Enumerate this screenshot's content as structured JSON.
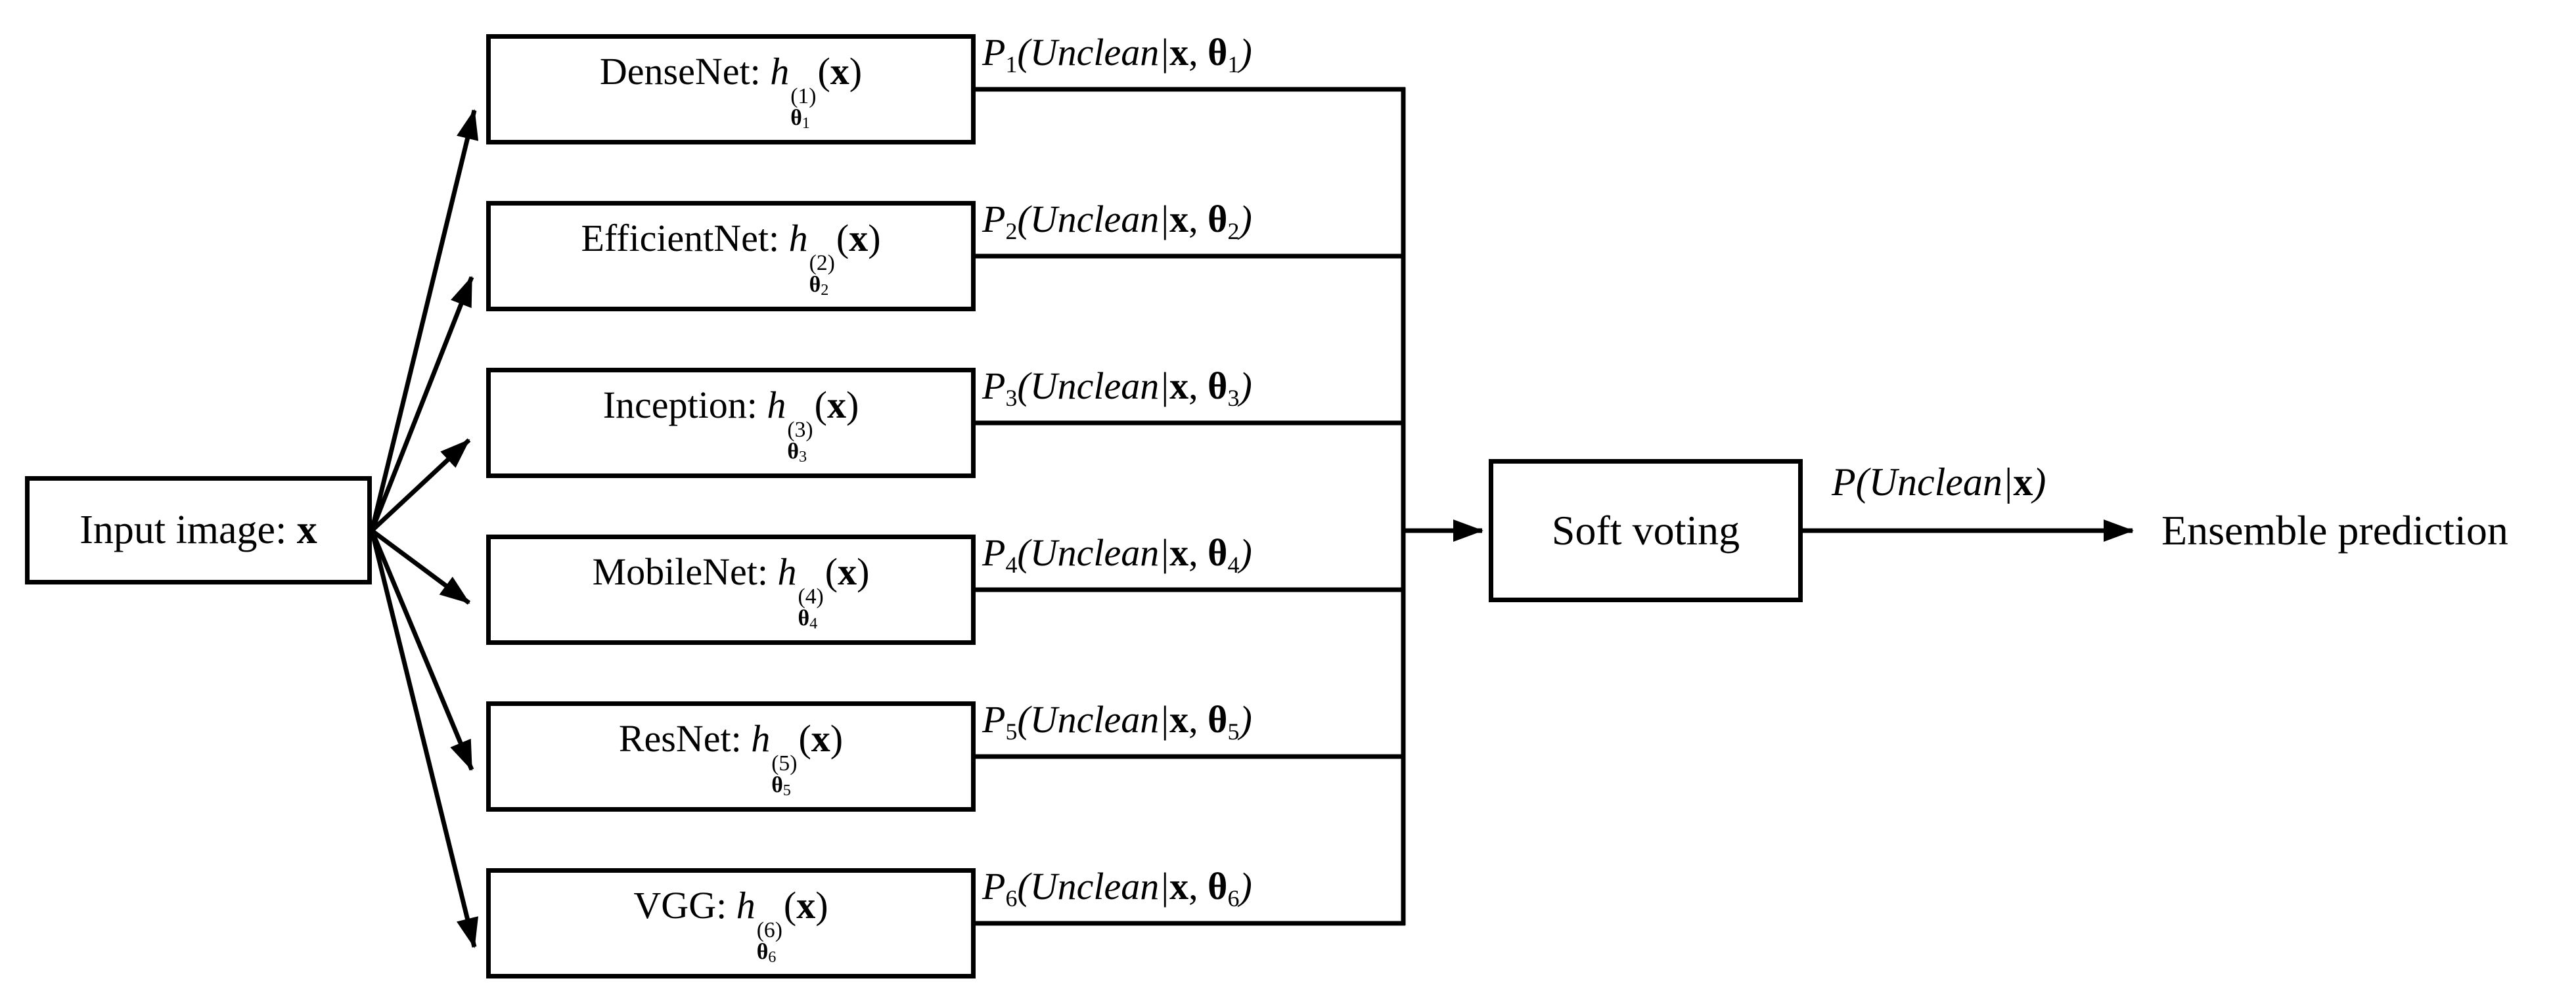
{
  "colors": {
    "ink": "#000000",
    "paper": "#ffffff",
    "boxfill": "#ffffff"
  },
  "input": {
    "prefix": "Input image: ",
    "x": "x"
  },
  "models": [
    {
      "name": "DenseNet: ",
      "func": "h",
      "sup": "(1)",
      "theta": "θ",
      "idx": "1",
      "arg_open": "(",
      "arg_x": "x",
      "arg_close": ")",
      "p": "P",
      "p_idx": "1",
      "cond": "(Unclean|",
      "cond_x": "x",
      "sep": ", ",
      "cond_theta": "θ",
      "close": ")"
    },
    {
      "name": "EfficientNet: ",
      "func": "h",
      "sup": "(2)",
      "theta": "θ",
      "idx": "2",
      "arg_open": "(",
      "arg_x": "x",
      "arg_close": ")",
      "p": "P",
      "p_idx": "2",
      "cond": "(Unclean|",
      "cond_x": "x",
      "sep": ", ",
      "cond_theta": "θ",
      "close": ")"
    },
    {
      "name": "Inception: ",
      "func": "h",
      "sup": "(3)",
      "theta": "θ",
      "idx": "3",
      "arg_open": "(",
      "arg_x": "x",
      "arg_close": ")",
      "p": "P",
      "p_idx": "3",
      "cond": "(Unclean|",
      "cond_x": "x",
      "sep": ", ",
      "cond_theta": "θ",
      "close": ")"
    },
    {
      "name": "MobileNet: ",
      "func": "h",
      "sup": "(4)",
      "theta": "θ",
      "idx": "4",
      "arg_open": "(",
      "arg_x": "x",
      "arg_close": ")",
      "p": "P",
      "p_idx": "4",
      "cond": "(Unclean|",
      "cond_x": "x",
      "sep": ", ",
      "cond_theta": "θ",
      "close": ")"
    },
    {
      "name": "ResNet: ",
      "func": "h",
      "sup": "(5)",
      "theta": "θ",
      "idx": "5",
      "arg_open": "(",
      "arg_x": "x",
      "arg_close": ")",
      "p": "P",
      "p_idx": "5",
      "cond": "(Unclean|",
      "cond_x": "x",
      "sep": ", ",
      "cond_theta": "θ",
      "close": ")"
    },
    {
      "name": "VGG: ",
      "func": "h",
      "sup": "(6)",
      "theta": "θ",
      "idx": "6",
      "arg_open": "(",
      "arg_x": "x",
      "arg_close": ")",
      "p": "P",
      "p_idx": "6",
      "cond": "(Unclean|",
      "cond_x": "x",
      "sep": ", ",
      "cond_theta": "θ",
      "close": ")"
    }
  ],
  "aggregator": {
    "label": "Soft voting"
  },
  "final": {
    "p": "P",
    "cond": "(Unclean|",
    "x": "x",
    "close": ")"
  },
  "output": {
    "label": "Ensemble prediction"
  }
}
